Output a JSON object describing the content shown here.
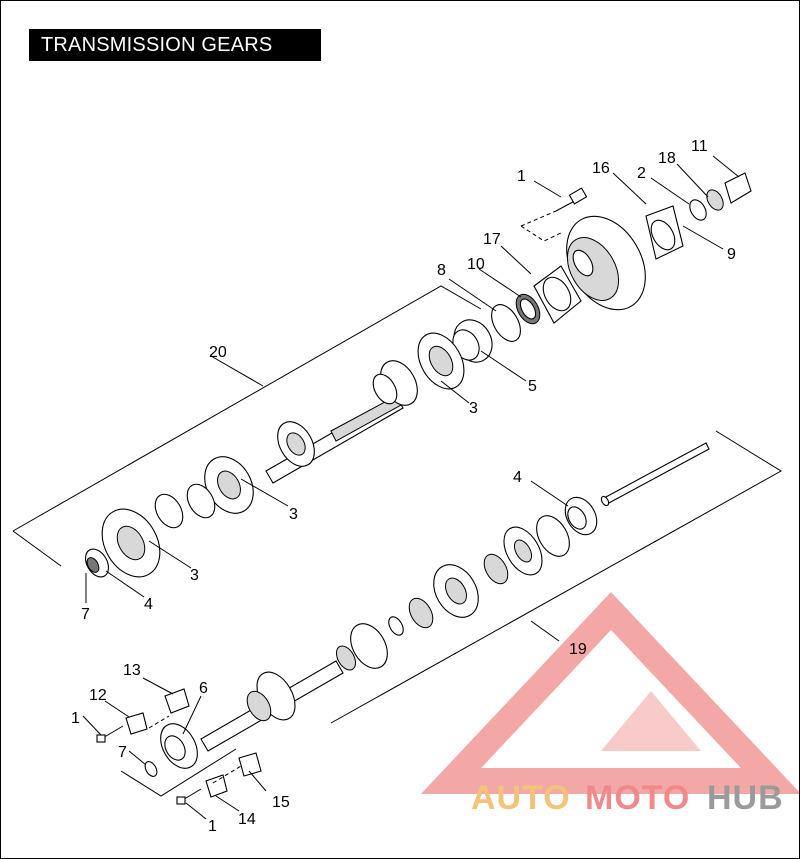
{
  "title": "TRANSMISSION GEARS",
  "callouts": {
    "c1_top": "1",
    "c16": "16",
    "c18": "18",
    "c11": "11",
    "c2": "2",
    "c9": "9",
    "c17": "17",
    "c10": "10",
    "c8": "8",
    "c20": "20",
    "c5": "5",
    "c3_a": "3",
    "c3_b": "3",
    "c3_c": "3",
    "c4_left": "4",
    "c7_left": "7",
    "c4_right": "4",
    "c19": "19",
    "c13": "13",
    "c12": "12",
    "c6": "6",
    "c1_mid": "1",
    "c7_mid": "7",
    "c15": "15",
    "c14": "14",
    "c1_bottom": "1"
  },
  "watermark": {
    "auto": "AUTO",
    "moto": "MOTO",
    "hub": "HUB",
    "colors": {
      "auto": "#f4c37a",
      "moto": "#f08a8a",
      "hub": "#9a9a9a",
      "logo": "#f08a8a"
    }
  }
}
